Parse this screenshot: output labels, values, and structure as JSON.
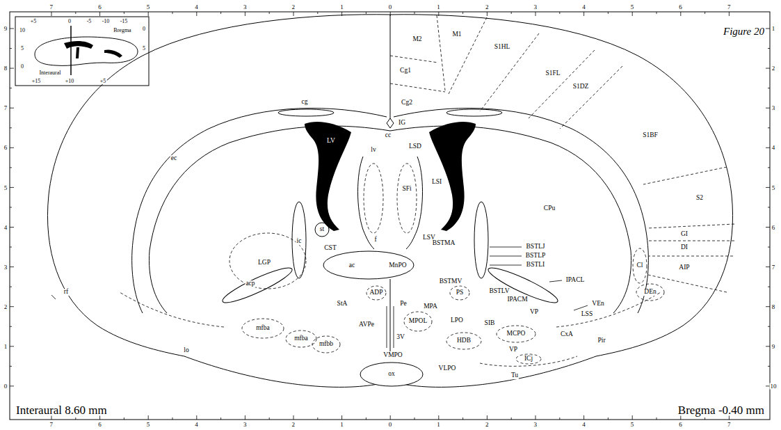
{
  "diagram": {
    "title": "Figure 20",
    "labels": [
      "7",
      "6",
      "5",
      "4",
      "3",
      "2",
      "1",
      "0",
      "1",
      "2",
      "3",
      "4",
      "5",
      "6",
      "7",
      "7",
      "6",
      "5",
      "4",
      "3",
      "2",
      "1",
      "0",
      "1",
      "2",
      "3",
      "4",
      "5",
      "6",
      "7",
      "9",
      "8",
      "7",
      "6",
      "5",
      "4",
      "3",
      "2",
      "1",
      "0",
      "1",
      "2",
      "3",
      "4",
      "5",
      "6",
      "7",
      "8",
      "9",
      "10",
      "+5",
      "0",
      "-5",
      "-10",
      "-15",
      "Bregma",
      "0",
      "5",
      "10",
      "5",
      "0",
      "Interaural",
      "+15",
      "+10",
      "+5",
      "M2",
      "M1",
      "S1HL",
      "S1FL",
      "S1DZ",
      "Cg1",
      "Cg2",
      "IG",
      "cc",
      "cg",
      "S1BF",
      "ec",
      "LV",
      "lv",
      "LSD",
      "SFi",
      "LSI",
      "LSV",
      "CPu",
      "S2",
      "GI",
      "DI",
      "AIP",
      "Cl",
      "st",
      "ic",
      "f",
      "BSTMA",
      "CST",
      "LGP",
      "ac",
      "MnPO",
      "BSTLJ",
      "BSTLP",
      "BSTLI",
      "IPACL",
      "BSTMV",
      "BSTLV",
      "IPACM",
      "DEn",
      "VEn",
      "LSS",
      "acp",
      "rf",
      "StA",
      "ADP",
      "Pe",
      "MPA",
      "PS",
      "LPO",
      "VP",
      "MPOL",
      "AVPe",
      "SIB",
      "3V",
      "HDB",
      "MCPO",
      "CxA",
      "Pir",
      "mfba",
      "mfba",
      "mfbb",
      "lo",
      "VMPO",
      "ox",
      "VLPO",
      "VP",
      "ICj",
      "Tu",
      "Interaural 8.60 mm",
      "Bregma -0.40 mm"
    ]
  }
}
